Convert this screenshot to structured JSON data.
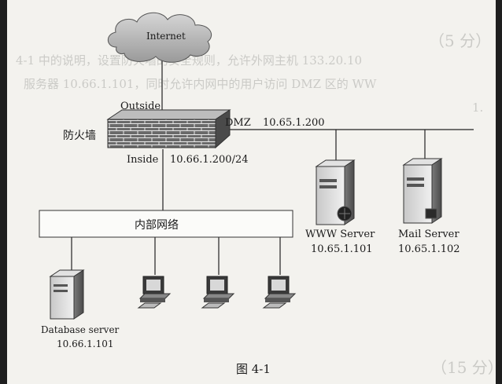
{
  "diagram": {
    "internet_label": "Internet",
    "outside_label": "Outside",
    "firewall_label": "防火墙",
    "dmz_label": "DMZ",
    "dmz_ip": "10.65.1.200",
    "inside_label": "Inside",
    "inside_ip": "10.66.1.200/24",
    "lan_label": "内部网络",
    "www_server_name": "WWW Server",
    "www_server_ip": "10.65.1.101",
    "mail_server_name": "Mail Server",
    "mail_server_ip": "10.65.1.102",
    "db_server_name": "Database server",
    "db_server_ip": "10.66.1.101",
    "figure_caption": "图 4-1"
  },
  "bleed_through": {
    "line1": "（5 分）",
    "line2": "4-1 中的说明，设置防火墙的安全规则，允许外网主机 133.20.10",
    "line3": "服务器 10.66.1.101，同时允许内网中的用户访问 DMZ 区的 WW",
    "line4": "1.",
    "line5": "（15 分）"
  }
}
